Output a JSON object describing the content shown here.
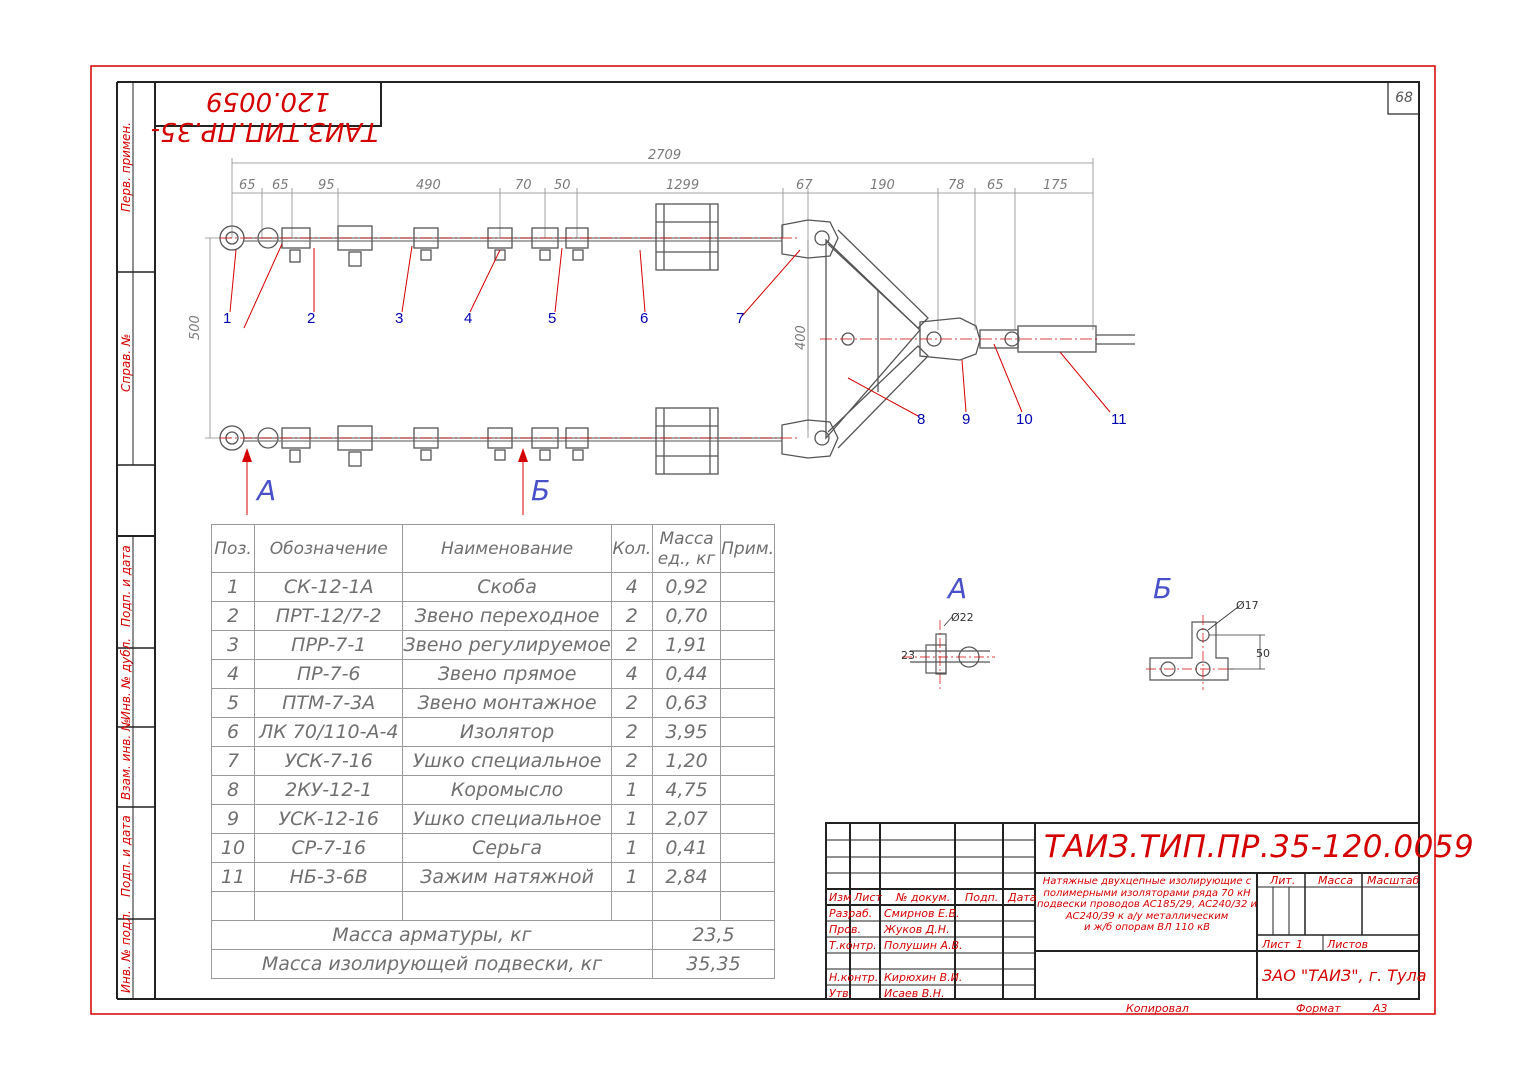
{
  "sheet_number": "68",
  "code_mirrored": "ТАИЗ.ТИП.ПР.35-120.0059",
  "side_labels": [
    "Перв. примен.",
    "Справ. №",
    "Подп. и дата",
    "Инв. № дубл.",
    "Взам. инв. №",
    "Подп. и дата",
    "Инв. № подл."
  ],
  "dimensions": {
    "overall": "2709",
    "segments": [
      "65",
      "65",
      "95",
      "490",
      "70",
      "50",
      "1299",
      "67",
      "190",
      "78",
      "65",
      "175"
    ],
    "height": "500",
    "yoke": "400"
  },
  "positions": [
    "1",
    "2",
    "3",
    "4",
    "5",
    "6",
    "7",
    "8",
    "9",
    "10",
    "11"
  ],
  "views": {
    "a_label": "А",
    "b_label": "Б",
    "a_title": "А",
    "b_title": "Б",
    "a_d22": "Ø22",
    "a_23": "23",
    "b_d17": "Ø17",
    "b_50": "50"
  },
  "spec_table": {
    "headers": [
      "Поз.",
      "Обозначение",
      "Наименование",
      "Кол.",
      "Масса ед., кг",
      "Прим."
    ],
    "rows": [
      [
        "1",
        "СК-12-1А",
        "Скоба",
        "4",
        "0,92",
        ""
      ],
      [
        "2",
        "ПРТ-12/7-2",
        "Звено переходное",
        "2",
        "0,70",
        ""
      ],
      [
        "3",
        "ПРР-7-1",
        "Звено регулируемое",
        "2",
        "1,91",
        ""
      ],
      [
        "4",
        "ПР-7-6",
        "Звено прямое",
        "4",
        "0,44",
        ""
      ],
      [
        "5",
        "ПТМ-7-3А",
        "Звено монтажное",
        "2",
        "0,63",
        ""
      ],
      [
        "6",
        "ЛК 70/110-А-4",
        "Изолятор",
        "2",
        "3,95",
        ""
      ],
      [
        "7",
        "УСК-7-16",
        "Ушко специальное",
        "2",
        "1,20",
        ""
      ],
      [
        "8",
        "2КУ-12-1",
        "Коромысло",
        "1",
        "4,75",
        ""
      ],
      [
        "9",
        "УСК-12-16",
        "Ушко специальное",
        "1",
        "2,07",
        ""
      ],
      [
        "10",
        "СР-7-16",
        "Серьга",
        "1",
        "0,41",
        ""
      ],
      [
        "11",
        "НБ-3-6В",
        "Зажим натяжной",
        "1",
        "2,84",
        ""
      ]
    ],
    "totals": [
      {
        "label": "Масса арматуры, кг",
        "value": "23,5"
      },
      {
        "label": "Масса изолирующей подвески, кг",
        "value": "35,35"
      }
    ]
  },
  "title_block": {
    "code": "ТАИЗ.ТИП.ПР.35-120.0059",
    "description": [
      "Натяжные двухцепные изолирующие с",
      "полимерными изоляторами ряда 70 кН",
      "подвески проводов АС185/29, АС240/32 и",
      "АС240/39 к а/у металлическим",
      "и ж/б опорам ВЛ 110 кВ"
    ],
    "col_headers": [
      "Изм",
      "Лист",
      "№ докум.",
      "Подп.",
      "Дата"
    ],
    "roles": [
      {
        "role": "Разраб.",
        "name": "Смирнов Е.В."
      },
      {
        "role": "Пров.",
        "name": "Жуков Д.Н."
      },
      {
        "role": "Т.контр.",
        "name": "Полушин А.В."
      },
      {
        "role": "Н.контр.",
        "name": "Кирюхин В.И."
      },
      {
        "role": "Утв.",
        "name": "Исаев В.Н."
      }
    ],
    "lit": "Лит.",
    "mass": "Масса",
    "scale": "Масштаб",
    "sheet_label": "Лист",
    "sheet_value": "1",
    "sheets_label": "Листов",
    "company": "ЗАО \"ТАИЗ\", г. Тула",
    "copied": "Копировал",
    "format_label": "Формат",
    "format_value": "А3"
  },
  "colors": {
    "frame": "#d40000",
    "drawing": "#555555",
    "numbers": "#0000b0",
    "dim": "#7a7a7a"
  }
}
